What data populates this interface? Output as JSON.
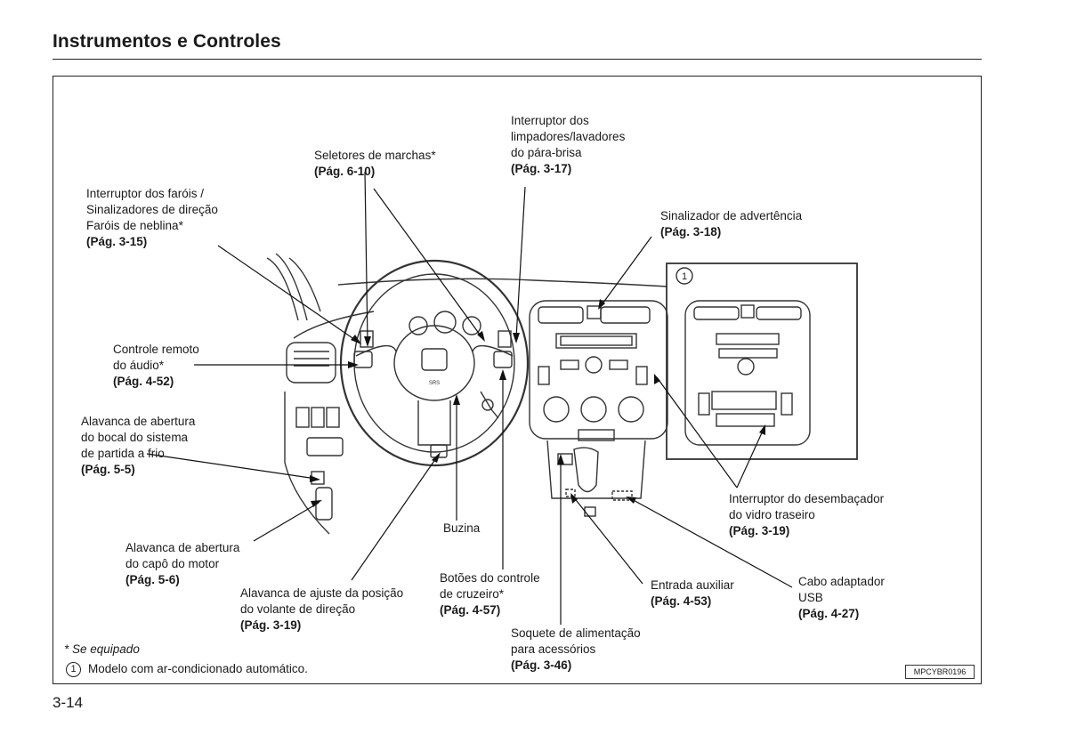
{
  "header": {
    "title": "Instrumentos e Controles"
  },
  "labels": {
    "headlights": {
      "lines": [
        "Interruptor dos faróis /",
        "Sinalizadores de direção",
        "Faróis de neblina*"
      ],
      "ref": "(Pág. 3-15)"
    },
    "gear": {
      "lines": [
        "Seletores de marchas*"
      ],
      "ref": "(Pág. 6-10)"
    },
    "wipers": {
      "lines": [
        "Interruptor dos",
        "limpadores/lavadores",
        "do pára-brisa"
      ],
      "ref": "(Pág. 3-17)"
    },
    "hazard": {
      "lines": [
        "Sinalizador de advertência"
      ],
      "ref": "(Pág. 3-18)"
    },
    "audio_remote": {
      "lines": [
        "Controle remoto",
        "do áudio*"
      ],
      "ref": "(Pág. 4-52)"
    },
    "fuel_lever": {
      "lines": [
        "Alavanca de abertura",
        "do bocal do sistema",
        "de partida a frio"
      ],
      "ref": "(Pág. 5-5)"
    },
    "hood_lever": {
      "lines": [
        "Alavanca de abertura",
        "do capô do motor"
      ],
      "ref": "(Pág. 5-6)"
    },
    "tilt_lever": {
      "lines": [
        "Alavanca de ajuste da posição",
        "do volante de direção"
      ],
      "ref": "(Pág. 3-19)"
    },
    "horn": {
      "lines": [
        "Buzina"
      ],
      "ref": ""
    },
    "cruise": {
      "lines": [
        "Botões do controle",
        "de cruzeiro*"
      ],
      "ref": "(Pág. 4-57)"
    },
    "accessory": {
      "lines": [
        "Soquete de alimentação",
        "para acessórios"
      ],
      "ref": "(Pág. 3-46)"
    },
    "aux": {
      "lines": [
        "Entrada auxiliar"
      ],
      "ref": "(Pág. 4-53)"
    },
    "usb": {
      "lines": [
        "Cabo adaptador",
        "USB"
      ],
      "ref": "(Pág. 4-27)"
    },
    "defroster": {
      "lines": [
        "Interruptor do desembaçador",
        "do vidro traseiro"
      ],
      "ref": "(Pág. 3-19)"
    }
  },
  "notes": {
    "equipped": "* Se equipado",
    "model_marker": "1",
    "model": "Modelo com ar-condicionado automático."
  },
  "inset_marker": "1",
  "figure_code": "MPCYBR0196",
  "page_number": "3-14"
}
